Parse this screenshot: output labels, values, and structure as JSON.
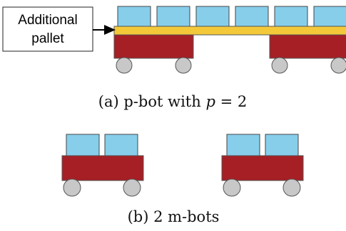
{
  "callout": {
    "line1": "Additional",
    "line2": "pallet"
  },
  "captions": {
    "a_prefix": "(a) p-bot with ",
    "a_var": "p",
    "a_suffix": " = 2",
    "b": "(b) 2 m-bots"
  },
  "colors": {
    "box": "#87ceeb",
    "body": "#a51f25",
    "pallet": "#f3c93a",
    "wheel": "#c8c8c8",
    "outline": "#444444"
  }
}
